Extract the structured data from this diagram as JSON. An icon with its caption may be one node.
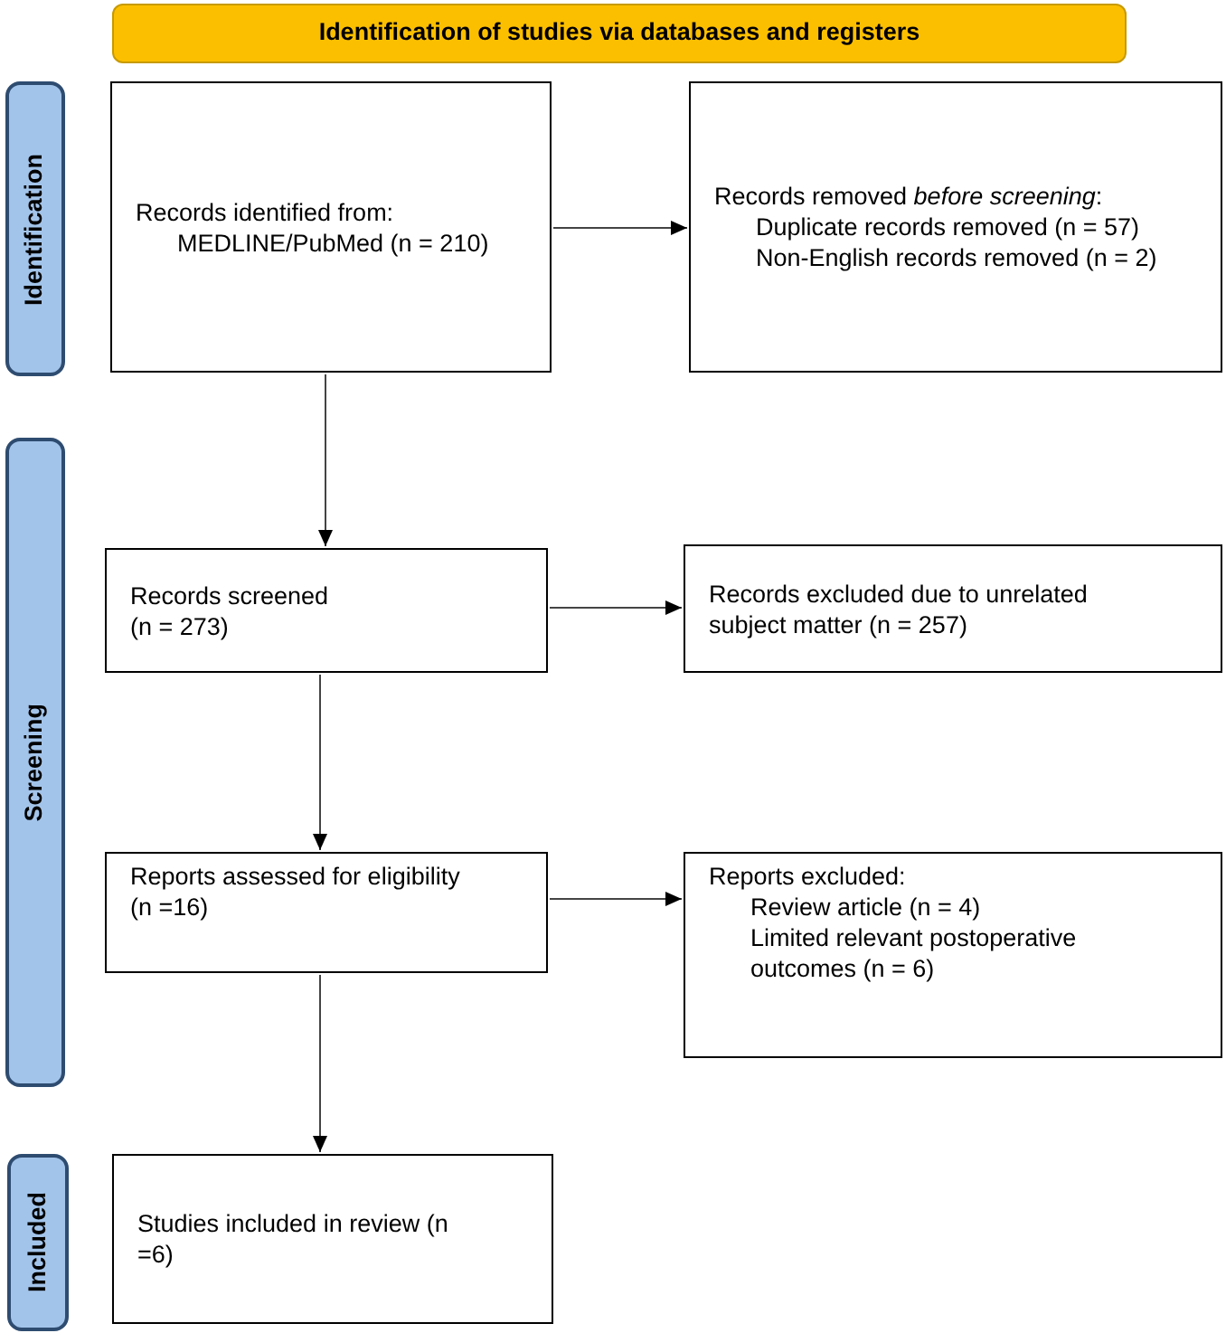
{
  "diagram": {
    "nodes": [
      {
        "text": [
          "Identification of studies via databases and registers"
        ]
      },
      {
        "text": [
          "Identification"
        ]
      },
      {
        "text": [
          "Records identified from:",
          "MEDLINE/PubMed (n = 210)"
        ]
      },
      {
        "text": [
          "Records removed *before screening*:",
          "Duplicate records removed (n = 57)",
          "Non-English records removed (n = 2)"
        ]
      },
      {
        "text": [
          "Screening"
        ]
      },
      {
        "text": [
          "Records screened (n = 273)"
        ]
      },
      {
        "text": [
          "Records excluded due to unrelated subject matter (n = 257)"
        ]
      },
      {
        "text": [
          "Reports assessed for eligibility (n =16)"
        ]
      },
      {
        "text": [
          "Reports excluded:",
          "Review article (n = 4)",
          "Limited relevant postoperative outcomes (n = 6)"
        ]
      },
      {
        "text": [
          "Included"
        ]
      },
      {
        "text": [
          "Studies included in review (n =6)"
        ]
      }
    ],
    "edges": [
      {
        "from": 2,
        "to": 3,
        "arrow": "to"
      },
      {
        "from": 2,
        "to": 5,
        "arrow": "to"
      },
      {
        "from": 5,
        "to": 6,
        "arrow": "to"
      },
      {
        "from": 5,
        "to": 7,
        "arrow": "to"
      },
      {
        "from": 7,
        "to": 8,
        "arrow": "to"
      },
      {
        "from": 7,
        "to": 10,
        "arrow": "to"
      }
    ]
  }
}
